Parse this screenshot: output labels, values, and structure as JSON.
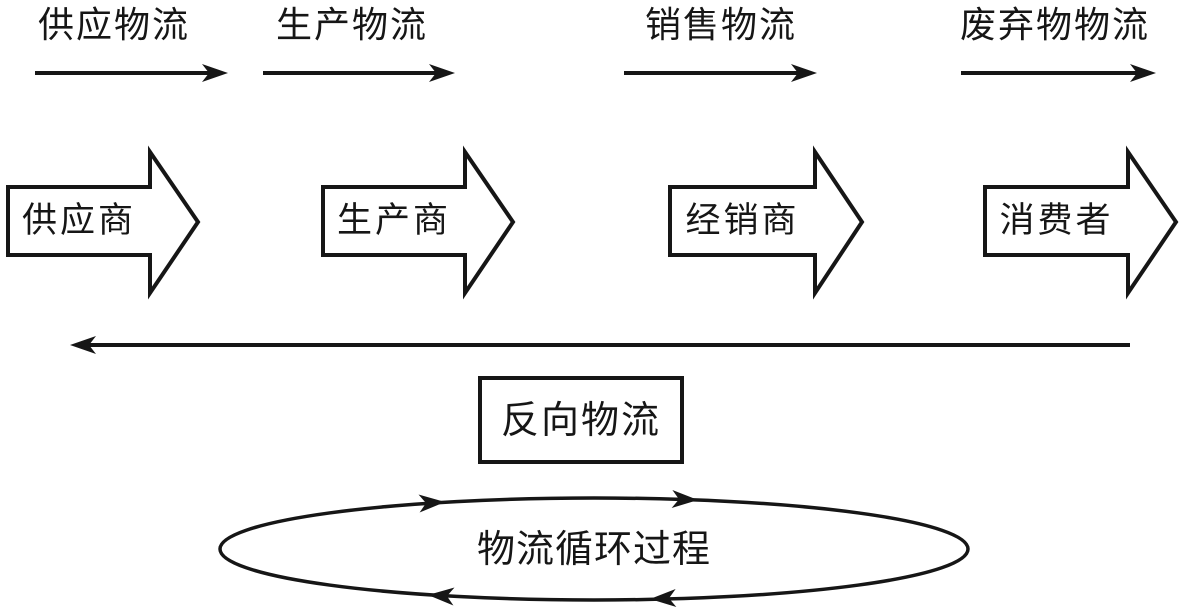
{
  "diagram": {
    "title_implied": "logistics-flow-diagram",
    "ink_color": "#161616",
    "background_color": "#ffffff",
    "flow_labels": [
      {
        "label": "供应物流"
      },
      {
        "label": "生产物流"
      },
      {
        "label": "销售物流"
      },
      {
        "label": "废弃物物流"
      }
    ],
    "entities": [
      {
        "label": "供应商"
      },
      {
        "label": "生产商"
      },
      {
        "label": "经销商"
      },
      {
        "label": "消费者"
      }
    ],
    "reverse_flow": {
      "label": "反向物流"
    },
    "cycle": {
      "label": "物流循环过程"
    }
  }
}
